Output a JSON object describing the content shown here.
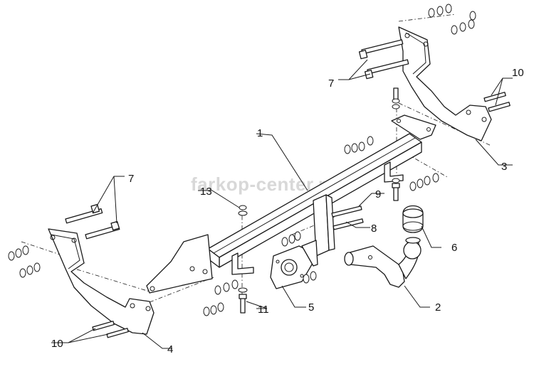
{
  "watermark": "farkop-center.ru",
  "callouts": {
    "c1": "1",
    "c2": "2",
    "c3": "3",
    "c4": "4",
    "c5": "5",
    "c6": "6",
    "c7_left": "7",
    "c7_right": "7",
    "c8": "8",
    "c9": "9",
    "c10_left": "10",
    "c10_right": "10",
    "c11": "11",
    "c13": "13"
  }
}
